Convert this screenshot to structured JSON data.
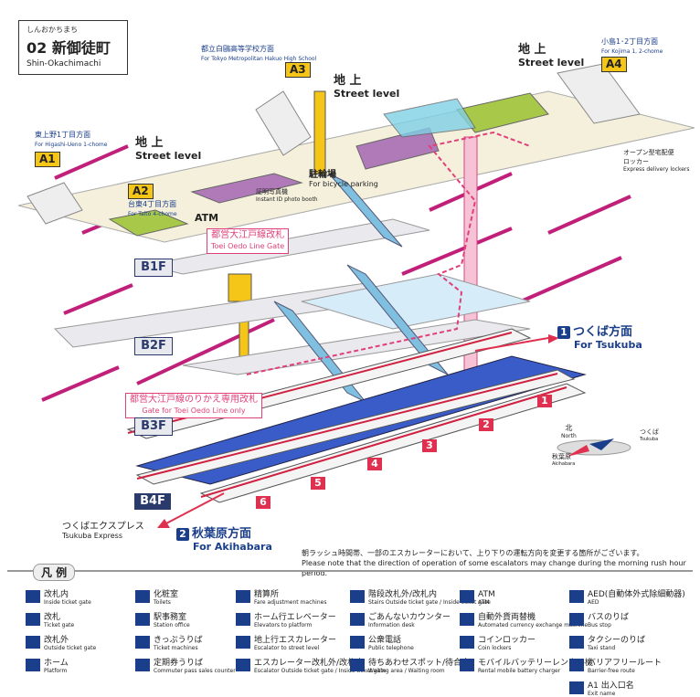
{
  "station": {
    "furigana": "しんおかちまち",
    "code": "02",
    "name_jp": "新御徒町",
    "name_en": "Shin-Okachimachi"
  },
  "exits": [
    {
      "code": "A1",
      "jp": "東上野1丁目方面",
      "en": "For Higashi-Ueno 1-chome"
    },
    {
      "code": "A2",
      "jp": "台東4丁目方面",
      "en": "For Taito 4-chome"
    },
    {
      "code": "A3",
      "jp": "都立白鷗高等学校方面",
      "en": "For Tokyo Metropolitan Hakuo High School"
    },
    {
      "code": "A4",
      "jp": "小島1･2丁目方面",
      "en": "For Kojima 1, 2-chome"
    }
  ],
  "street_level": {
    "jp": "地 上",
    "en": "Street level"
  },
  "floors": [
    "B1F",
    "B2F",
    "B3F",
    "B4F"
  ],
  "labels": {
    "bicycle_jp": "駐輪場",
    "bicycle_en": "For bicycle parking",
    "photo_jp": "証明写真機",
    "photo_en": "Instant ID photo booth",
    "locker_jp": "オープン型宅配便ロッカー",
    "locker_en": "Express delivery lockers",
    "atm": "ATM",
    "gate1_jp": "都営大江戸線改札",
    "gate1_en": "Toei Oedo Line Gate",
    "gate2_jp": "都営大江戸線のりかえ専用改札",
    "gate2_en": "Gate for Toei Oedo Line only",
    "tx_jp": "つくばエクスプレス",
    "tx_en": "Tsukuba Express",
    "compass_n_jp": "北",
    "compass_n_en": "North",
    "compass_t_jp": "つくば",
    "compass_t_en": "Tsukuba",
    "compass_a_jp": "秋葉原",
    "compass_a_en": "Akihabara"
  },
  "directions": [
    {
      "num": "1",
      "jp": "つくば方面",
      "en": "For Tsukuba"
    },
    {
      "num": "2",
      "jp": "秋葉原方面",
      "en": "For Akihabara"
    }
  ],
  "platform_numbers": [
    "1",
    "2",
    "3",
    "4",
    "5",
    "6"
  ],
  "note": {
    "jp": "朝ラッシュ時間帯、一部のエスカレーターにおいて、上り下りの運転方向を変更する箇所がございます。",
    "en": "Please note that the direction of operation of some escalators may change during the morning rush hour period."
  },
  "legend": {
    "title": "凡 例",
    "items": [
      {
        "jp": "改札内",
        "en": "Inside ticket gate"
      },
      {
        "jp": "改札",
        "en": "Ticket gate"
      },
      {
        "jp": "改札外",
        "en": "Outside ticket gate"
      },
      {
        "jp": "ホーム",
        "en": "Platform"
      },
      {
        "jp": "化粧室",
        "en": "Toilets"
      },
      {
        "jp": "駅事務室",
        "en": "Station office"
      },
      {
        "jp": "きっぷうりば",
        "en": "Ticket machines"
      },
      {
        "jp": "定期券うりば",
        "en": "Commuter pass sales counter"
      },
      {
        "jp": "精算所",
        "en": "Fare adjustment machines"
      },
      {
        "jp": "ホーム行エレベーター",
        "en": "Elevators to platform"
      },
      {
        "jp": "地上行エスカレーター",
        "en": "Escalator to street level"
      },
      {
        "jp": "エスカレーター改札外/改札内",
        "en": "Escalator Outside ticket gate / Inside ticket gate"
      },
      {
        "jp": "階段改札外/改札内",
        "en": "Stairs Outside ticket gate / Inside ticket gate"
      },
      {
        "jp": "ごあんないカウンター",
        "en": "Information desk"
      },
      {
        "jp": "公衆電話",
        "en": "Public telephone"
      },
      {
        "jp": "待ちあわせスポット/待合室",
        "en": "Waiting area / Waiting room"
      },
      {
        "jp": "ATM",
        "en": "ATM"
      },
      {
        "jp": "自動外貨両替機",
        "en": "Automated currency exchange machine"
      },
      {
        "jp": "コインロッカー",
        "en": "Coin lockers"
      },
      {
        "jp": "モバイルバッテリーレンタル機",
        "en": "Rental mobile battery charger"
      },
      {
        "jp": "AED(自動体外式除細動器)",
        "en": "AED"
      },
      {
        "jp": "バスのりば",
        "en": "Bus stop"
      },
      {
        "jp": "タクシーのりば",
        "en": "Taxi stand"
      },
      {
        "jp": "バリアフリールート",
        "en": "Barrier-free route"
      },
      {
        "jp": "A1 出入口名",
        "en": "Exit name"
      }
    ]
  },
  "colors": {
    "navy": "#1a3e8a",
    "pink": "#e0407a",
    "yellow": "#f5c518",
    "red": "#e03050",
    "platform_blue": "#3a5cc8",
    "purple": "#b07ab8",
    "green": "#a8c84a",
    "cyan": "#7fd0e6"
  }
}
